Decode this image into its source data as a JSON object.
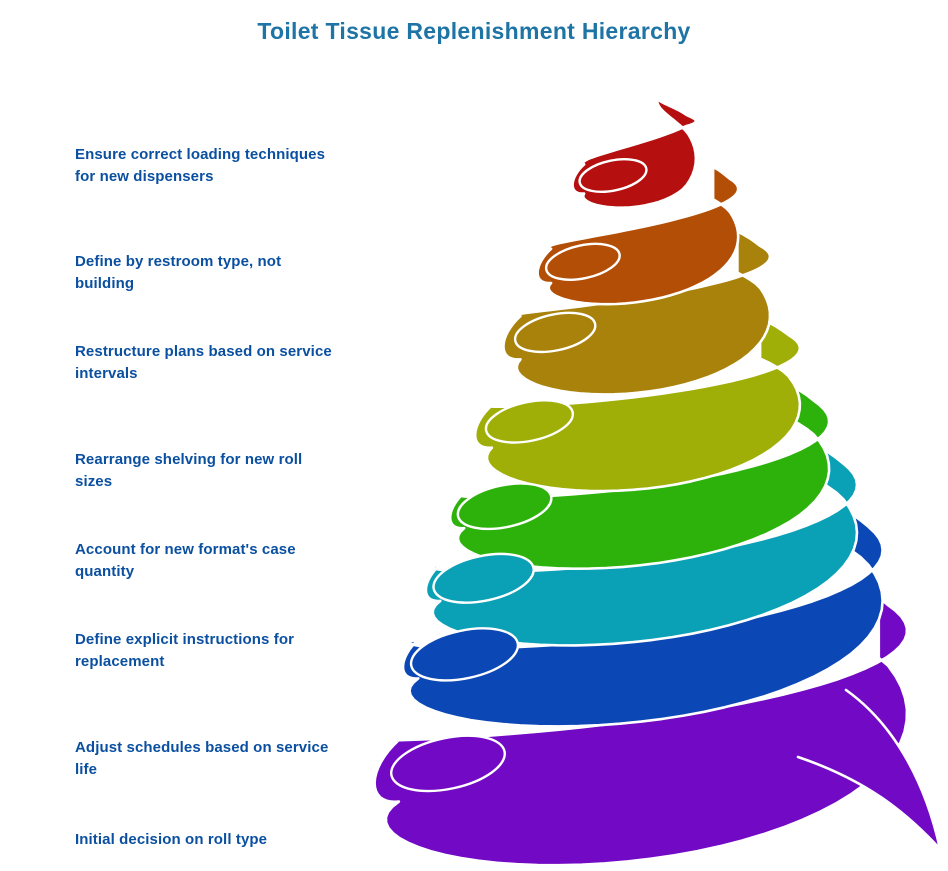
{
  "title": {
    "text": "Toilet Tissue Replenishment Hierarchy"
  },
  "theme": {
    "title_color": "#1E74A4",
    "label_color": "#0B50A0",
    "outline_color": "#FFFFFF",
    "background": "#FFFFFF"
  },
  "levels": [
    {
      "rank": 1,
      "label": "Ensure correct loading techniques for new dispensers",
      "color": "#B50F0F"
    },
    {
      "rank": 2,
      "label": "Define by restroom type, not building",
      "color": "#B34E06"
    },
    {
      "rank": 3,
      "label": "Restructure plans based on service intervals",
      "color": "#A8820A"
    },
    {
      "rank": 4,
      "label": "Rearrange shelving for new roll sizes",
      "color": "#9FAF08"
    },
    {
      "rank": 5,
      "label": "Account for new format's case quantity",
      "color": "#2DB20B"
    },
    {
      "rank": 6,
      "label": "Define explicit instructions for replacement",
      "color": "#0AA0B6"
    },
    {
      "rank": 7,
      "label": "Adjust schedules based on service life",
      "color": "#0B47B5"
    },
    {
      "rank": 8,
      "label": "Initial decision on roll type",
      "color": "#7209C4"
    }
  ]
}
